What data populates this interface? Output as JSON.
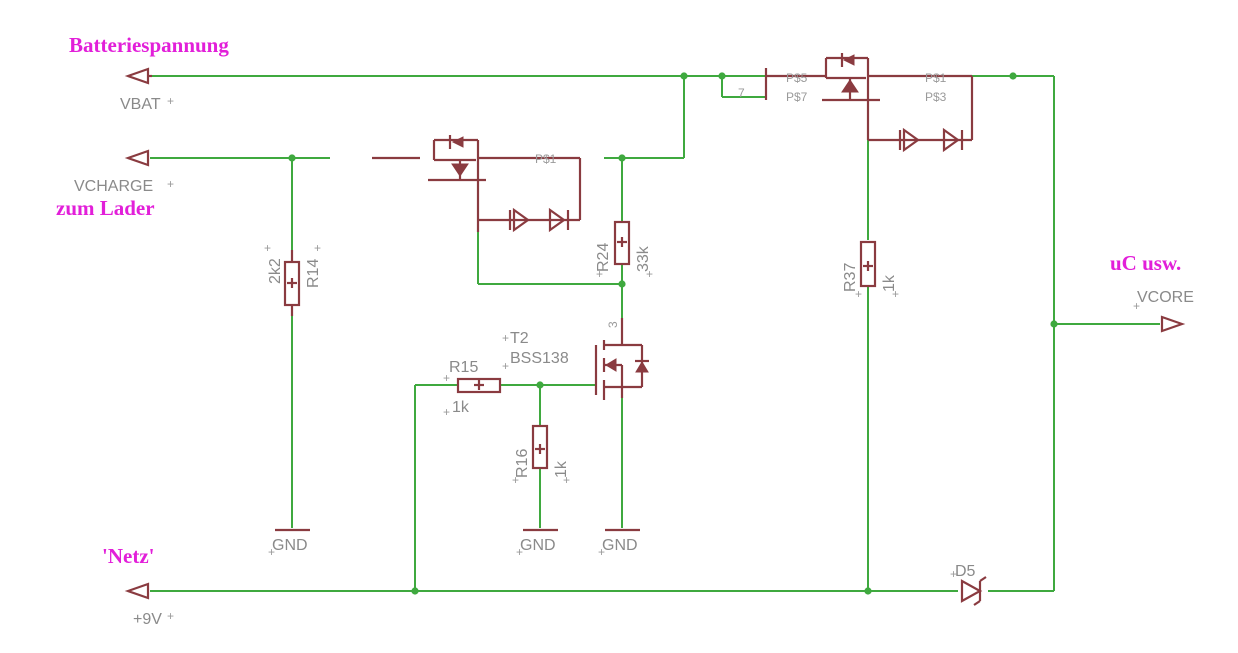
{
  "annotations": {
    "battery": "Batteriespannung",
    "charger": "zum Lader",
    "uc": "uC usw.",
    "mains": "'Netz'"
  },
  "nets": {
    "vbat": "VBAT",
    "vcharge": "VCHARGE",
    "vcore": "VCORE",
    "v9": "+9V",
    "gnd": "GND"
  },
  "components": {
    "r14": {
      "name": "R14",
      "value": "2k2"
    },
    "r24": {
      "name": "R24",
      "value": "33k"
    },
    "r37": {
      "name": "R37",
      "value": "1k"
    },
    "r15": {
      "name": "R15",
      "value": "1k"
    },
    "r16": {
      "name": "R16",
      "value": "1k"
    },
    "t2": {
      "name": "T2",
      "value": "BSS138",
      "pin": "3"
    },
    "d5": {
      "name": "D5"
    },
    "q_right": {
      "pin_a": "P$5",
      "pin_b": "P$7",
      "pin_c": "P$1",
      "pin_d": "P$3",
      "pin_num": "7"
    },
    "q_left": {
      "pin_a": "P$1"
    }
  },
  "colors": {
    "wire": "#3fa93f",
    "part": "#8a3b40",
    "label": "#8a8a8a",
    "annotation": "#e21fd9"
  }
}
